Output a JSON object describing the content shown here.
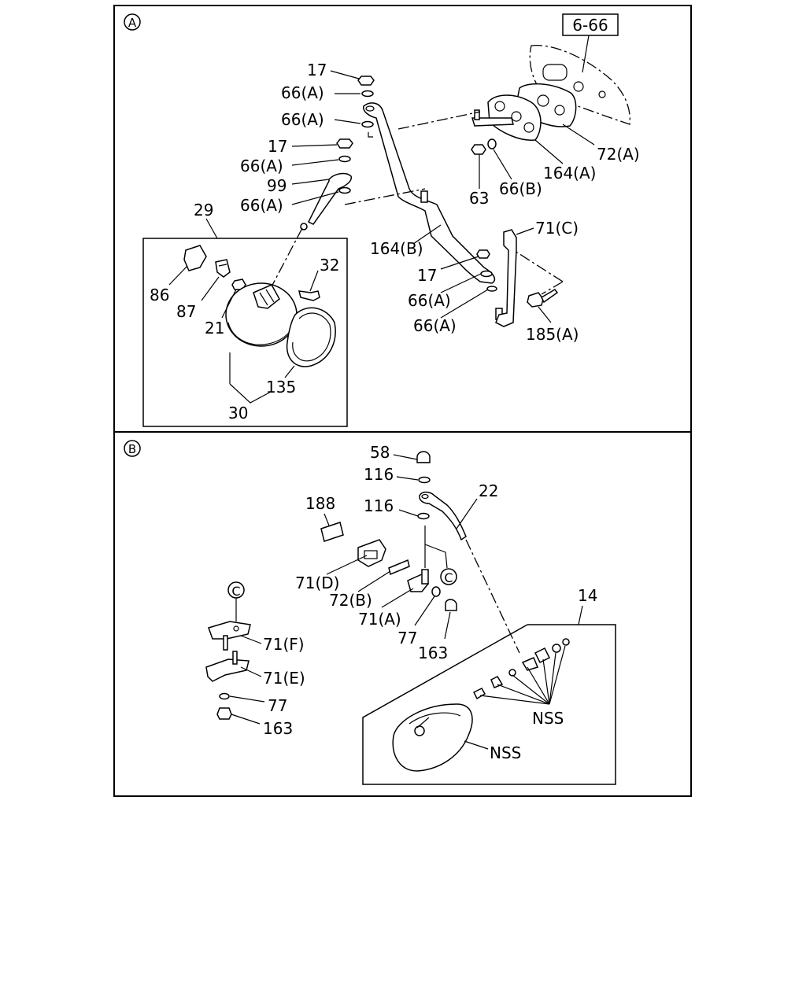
{
  "sections": [
    {
      "id": "A",
      "marker": "A"
    },
    {
      "id": "B",
      "marker": "B"
    }
  ],
  "reference_box": "6-66",
  "callouts_a": {
    "c17a": "17",
    "c66a1": "66(A)",
    "c66a2": "66(A)",
    "c17b": "17",
    "c66a3": "66(A)",
    "c99": "99",
    "c66a4": "66(A)",
    "c29": "29",
    "c32": "32",
    "c86": "86",
    "c87": "87",
    "c21": "21",
    "c135": "135",
    "c30": "30",
    "c72a": "72(A)",
    "c164a": "164(A)",
    "c66b": "66(B)",
    "c63": "63",
    "c71c": "71(C)",
    "c164b": "164(B)",
    "c17c": "17",
    "c66a5": "66(A)",
    "c66a6": "66(A)",
    "c185a": "185(A)"
  },
  "callouts_b": {
    "c58": "58",
    "c116a": "116",
    "c116b": "116",
    "c22": "22",
    "c188": "188",
    "c71d": "71(D)",
    "c72b": "72(B)",
    "c71a": "71(A)",
    "c77a": "77",
    "c163a": "163",
    "cC1": "C",
    "cC2": "C",
    "c71f": "71(F)",
    "c71e": "71(E)",
    "c77b": "77",
    "c163b": "163",
    "c14": "14",
    "cnss1": "NSS",
    "cnss2": "NSS"
  }
}
